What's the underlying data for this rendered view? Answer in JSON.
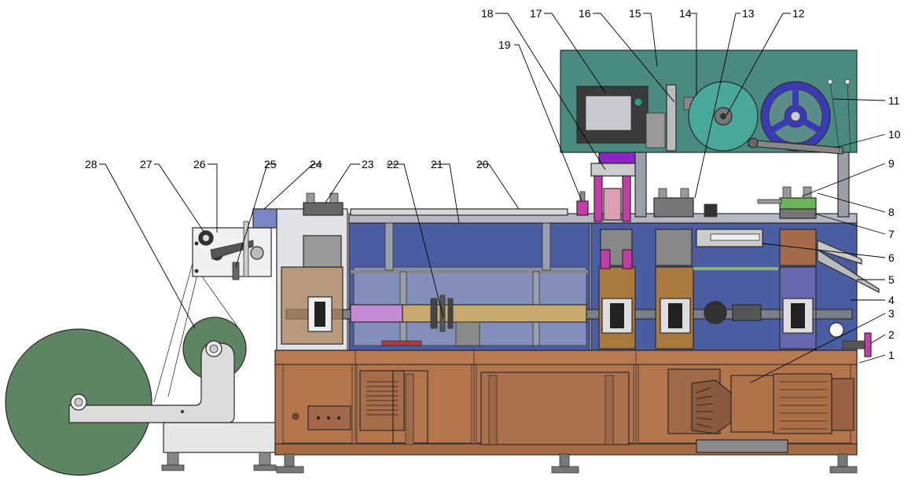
{
  "callouts": [
    {
      "id": "1",
      "text": "1"
    },
    {
      "id": "2",
      "text": "2"
    },
    {
      "id": "3",
      "text": "3"
    },
    {
      "id": "4",
      "text": "4"
    },
    {
      "id": "5",
      "text": "5"
    },
    {
      "id": "6",
      "text": "6"
    },
    {
      "id": "7",
      "text": "7"
    },
    {
      "id": "8",
      "text": "8"
    },
    {
      "id": "9",
      "text": "9"
    },
    {
      "id": "10",
      "text": "10"
    },
    {
      "id": "11",
      "text": "11"
    },
    {
      "id": "12",
      "text": "12"
    },
    {
      "id": "13",
      "text": "13"
    },
    {
      "id": "14",
      "text": "14"
    },
    {
      "id": "15",
      "text": "15"
    },
    {
      "id": "16",
      "text": "16"
    },
    {
      "id": "17",
      "text": "17"
    },
    {
      "id": "18",
      "text": "18"
    },
    {
      "id": "19",
      "text": "19"
    },
    {
      "id": "20",
      "text": "20"
    },
    {
      "id": "21",
      "text": "21"
    },
    {
      "id": "22",
      "text": "22"
    },
    {
      "id": "23",
      "text": "23"
    },
    {
      "id": "24",
      "text": "24"
    },
    {
      "id": "25",
      "text": "25"
    },
    {
      "id": "26",
      "text": "26"
    },
    {
      "id": "27",
      "text": "27"
    },
    {
      "id": "28",
      "text": "28"
    }
  ],
  "colors": {
    "cabinet": "#b5754c",
    "frame_blue": "#4a5da3",
    "top_panel": "#4a8a80",
    "reel_green": "#5e8561",
    "reel_blue": "#3a3ab5",
    "magenta": "#c43ca8",
    "purple": "#8a25c4",
    "roller_pink": "#c48ad3",
    "roller_tan": "#c8aa70",
    "steel": "#9aa0aa"
  }
}
